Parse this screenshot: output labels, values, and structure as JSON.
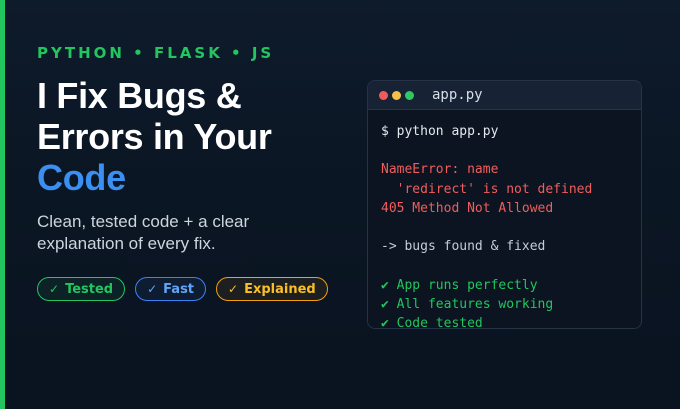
{
  "kicker": "PYTHON • FLASK • JS",
  "headline": {
    "line1": "I Fix Bugs &",
    "line2": "Errors in Your",
    "line3": "Code"
  },
  "subtitle": {
    "line1": "Clean, tested code + a clear",
    "line2": "explanation of every fix."
  },
  "badges": [
    {
      "icon": "✓",
      "label": "Tested",
      "color": "#22c55e"
    },
    {
      "icon": "✓",
      "label": "Fast",
      "color": "#3b82f6"
    },
    {
      "icon": "✓",
      "label": "Explained",
      "color": "#f59e0b"
    }
  ],
  "terminal": {
    "title": "app.py",
    "dots": [
      "#ef5b5b",
      "#f5c04a",
      "#2fc864"
    ],
    "lines": [
      "$ python app.py",
      "",
      "NameError: name",
      "  'redirect' is not defined",
      "405 Method Not Allowed",
      "",
      "-> bugs found & fixed",
      "",
      "✔ App runs perfectly",
      "✔ All features working",
      "✔ Code tested"
    ]
  },
  "colors": {
    "accent_green": "#22c55e",
    "highlight_blue": "#3b8ff0",
    "error_red": "#f05d5d",
    "background": "#0b1624"
  }
}
